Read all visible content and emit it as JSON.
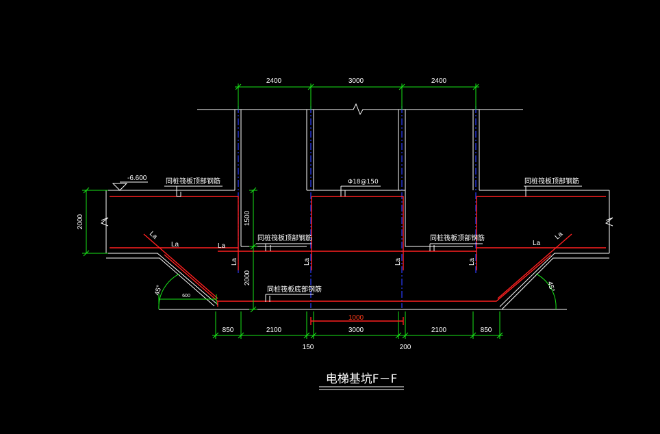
{
  "drawing": {
    "title": "电梯基坑F－F",
    "elevation": "-6.600",
    "colors": {
      "background": "#000000",
      "outline": "#ffffff",
      "dimension": "#19e619",
      "rebar": "#ff2020",
      "axis": "#2a3cff"
    }
  },
  "dimensions": {
    "top_left": "2400",
    "top_mid": "3000",
    "top_right": "2400",
    "left_height": "2000",
    "mid_height_upper": "1500",
    "mid_height_lower": "2000",
    "slope_offset": "600",
    "angle_left": "45°",
    "angle_right": "45°",
    "bottom_1": "850",
    "bottom_2": "2100",
    "bottom_3": "3000",
    "bottom_4": "2100",
    "bottom_5": "850",
    "bottom_inner": "1000",
    "bottom_sub_left": "150",
    "bottom_sub_right": "200"
  },
  "notes": {
    "top_rebar_left": "同桩筏板顶部钢筋",
    "top_rebar_right": "同桩筏板顶部钢筋",
    "rebar_spec": "Φ18@150",
    "mid_rebar_left": "同桩筏板顶部钢筋",
    "mid_rebar_right": "同桩筏板顶部钢筋",
    "bottom_rebar": "同桩筏板底部钢筋",
    "la": "La"
  }
}
